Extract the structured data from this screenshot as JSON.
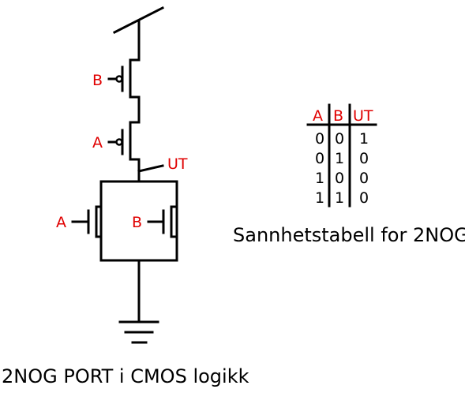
{
  "labels": {
    "top_pmos": "B",
    "mid_pmos": "A",
    "output": "UT",
    "left_nmos": "A",
    "right_nmos": "B"
  },
  "truth_table": {
    "headers": [
      "A",
      "B",
      "UT"
    ],
    "rows": [
      [
        "0",
        "0",
        "1"
      ],
      [
        "0",
        "1",
        "0"
      ],
      [
        "1",
        "0",
        "0"
      ],
      [
        "1",
        "1",
        "0"
      ]
    ]
  },
  "table_caption": "Sannhetstabell for 2NOG",
  "diagram_caption": "2NOG PORT i CMOS logikk",
  "colors": {
    "label": "#e00000",
    "wire": "#000000"
  }
}
